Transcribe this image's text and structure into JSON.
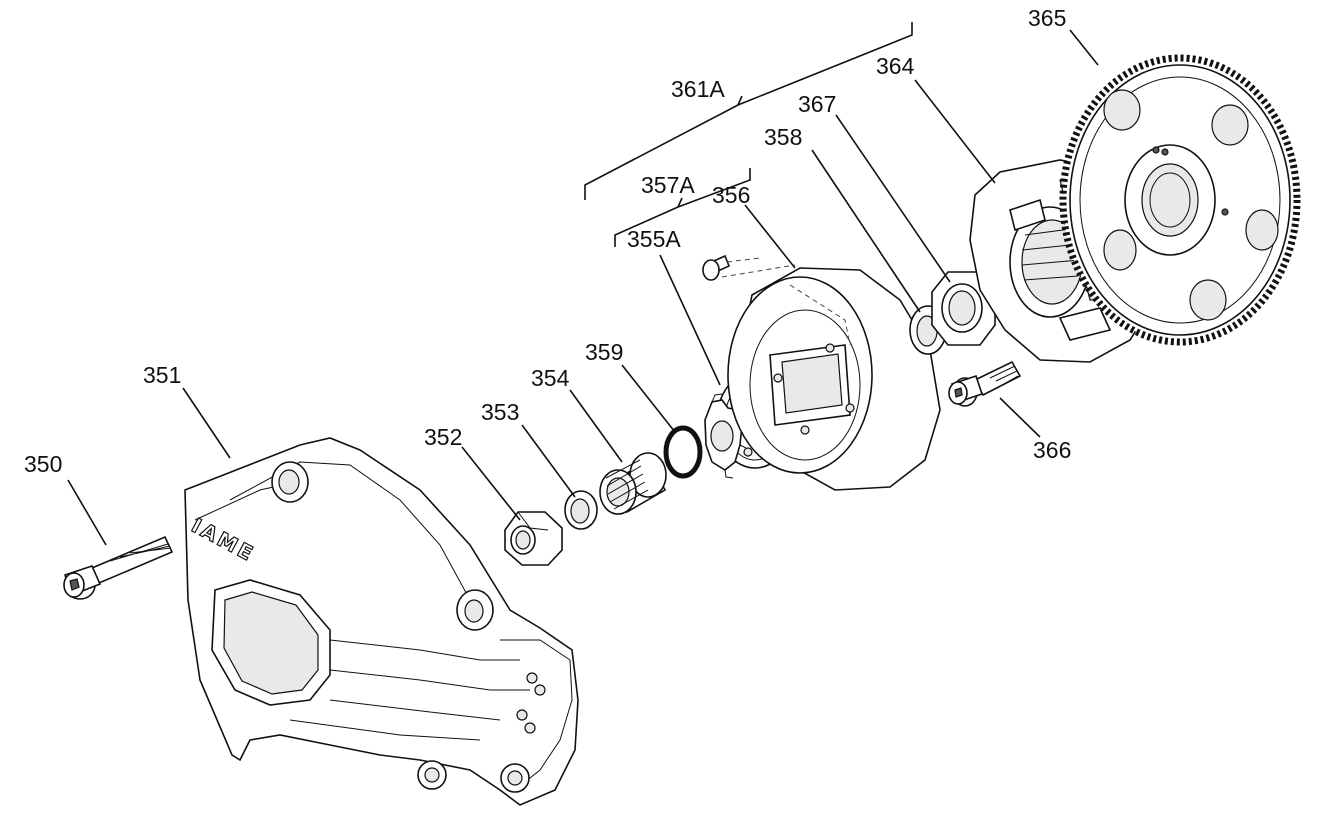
{
  "labels": {
    "p350": "350",
    "p351": "351",
    "p352": "352",
    "p353": "353",
    "p354": "354",
    "p359": "359",
    "p355A": "355A",
    "p357A": "357A",
    "p356": "356",
    "p361A": "361A",
    "p358": "358",
    "p367": "367",
    "p364": "364",
    "p365": "365",
    "p366": "366"
  },
  "housing_logo": "IAME"
}
